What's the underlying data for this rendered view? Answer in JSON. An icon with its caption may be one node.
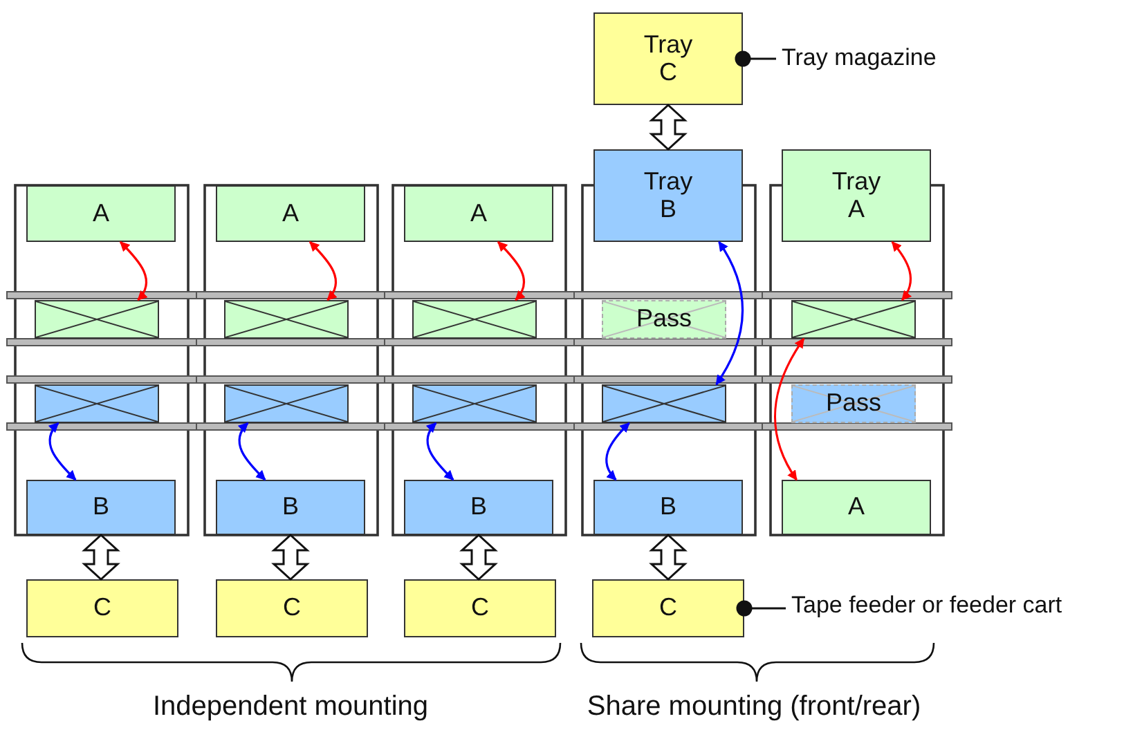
{
  "diagram": {
    "nodes": [
      {
        "text": [
          "Tray C"
        ]
      },
      {
        "text": [
          "Tray magazine"
        ]
      },
      {
        "text": [
          "A"
        ]
      },
      {
        "text": [
          "A"
        ]
      },
      {
        "text": [
          "A"
        ]
      },
      {
        "text": [
          "Tray B"
        ]
      },
      {
        "text": [
          "Tray A"
        ]
      },
      {
        "text": [],
        "shape": "box"
      },
      {
        "text": [],
        "shape": "box"
      },
      {
        "text": [],
        "shape": "box"
      },
      {
        "text": [
          "Pass"
        ]
      },
      {
        "text": [],
        "shape": "box"
      },
      {
        "text": [],
        "shape": "box"
      },
      {
        "text": [],
        "shape": "box"
      },
      {
        "text": [],
        "shape": "box"
      },
      {
        "text": [],
        "shape": "box"
      },
      {
        "text": [
          "Pass"
        ]
      },
      {
        "text": [
          "B"
        ]
      },
      {
        "text": [
          "B"
        ]
      },
      {
        "text": [
          "B"
        ]
      },
      {
        "text": [
          "B"
        ]
      },
      {
        "text": [
          "A"
        ]
      },
      {
        "text": [
          "C"
        ]
      },
      {
        "text": [
          "C"
        ]
      },
      {
        "text": [
          "C"
        ]
      },
      {
        "text": [
          "C"
        ]
      },
      {
        "text": [
          "Tape feeder or feeder cart"
        ]
      }
    ],
    "edges": [
      {
        "from": 0,
        "to": 5,
        "arrow": "both",
        "style": "thick",
        "color": "#111111"
      },
      {
        "from": 1,
        "to": 0,
        "arrow": "other",
        "color": "#111111"
      },
      {
        "from": 2,
        "to": 7,
        "arrow": "both",
        "color": "#ff0000"
      },
      {
        "from": 3,
        "to": 8,
        "arrow": "both",
        "color": "#ff0000"
      },
      {
        "from": 4,
        "to": 9,
        "arrow": "both",
        "color": "#ff0000"
      },
      {
        "from": 5,
        "to": 15,
        "arrow": "both",
        "color": "#0000ff"
      },
      {
        "from": 6,
        "to": 11,
        "arrow": "both",
        "color": "#ff0000"
      },
      {
        "from": 11,
        "to": 21,
        "arrow": "both",
        "color": "#ff0000"
      },
      {
        "from": 12,
        "to": 17,
        "arrow": "both",
        "color": "#0000ff"
      },
      {
        "from": 13,
        "to": 18,
        "arrow": "both",
        "color": "#0000ff"
      },
      {
        "from": 14,
        "to": 19,
        "arrow": "both",
        "color": "#0000ff"
      },
      {
        "from": 15,
        "to": 20,
        "arrow": "both",
        "color": "#0000ff"
      },
      {
        "from": 17,
        "to": 22,
        "arrow": "both",
        "style": "thick",
        "color": "#111111"
      },
      {
        "from": 18,
        "to": 23,
        "arrow": "both",
        "style": "thick",
        "color": "#111111"
      },
      {
        "from": 19,
        "to": 24,
        "arrow": "both",
        "style": "thick",
        "color": "#111111"
      },
      {
        "from": 20,
        "to": 25,
        "arrow": "both",
        "style": "thick",
        "color": "#111111"
      },
      {
        "from": 26,
        "to": 25,
        "arrow": "other",
        "color": "#111111"
      }
    ],
    "labels": [
      "Independent mounting",
      "Share mounting (front/rear)"
    ]
  }
}
